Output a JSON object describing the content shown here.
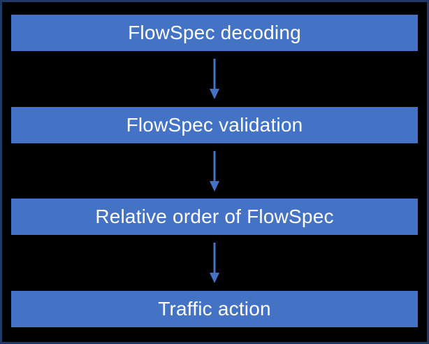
{
  "diagram": {
    "type": "flowchart",
    "direction": "top-down",
    "nodes": [
      {
        "label": "FlowSpec decoding"
      },
      {
        "label": "FlowSpec validation"
      },
      {
        "label": "Relative order of FlowSpec"
      },
      {
        "label": "Traffic action"
      }
    ],
    "connectors": [
      {
        "from": 0,
        "to": 1,
        "style": "down-arrow"
      },
      {
        "from": 1,
        "to": 2,
        "style": "down-arrow"
      },
      {
        "from": 2,
        "to": 3,
        "style": "down-arrow"
      }
    ],
    "colors": {
      "background": "#000000",
      "border": "#1f3864",
      "box_fill": "#4472c4",
      "box_text": "#ffffff",
      "arrow": "#4472c4"
    }
  }
}
